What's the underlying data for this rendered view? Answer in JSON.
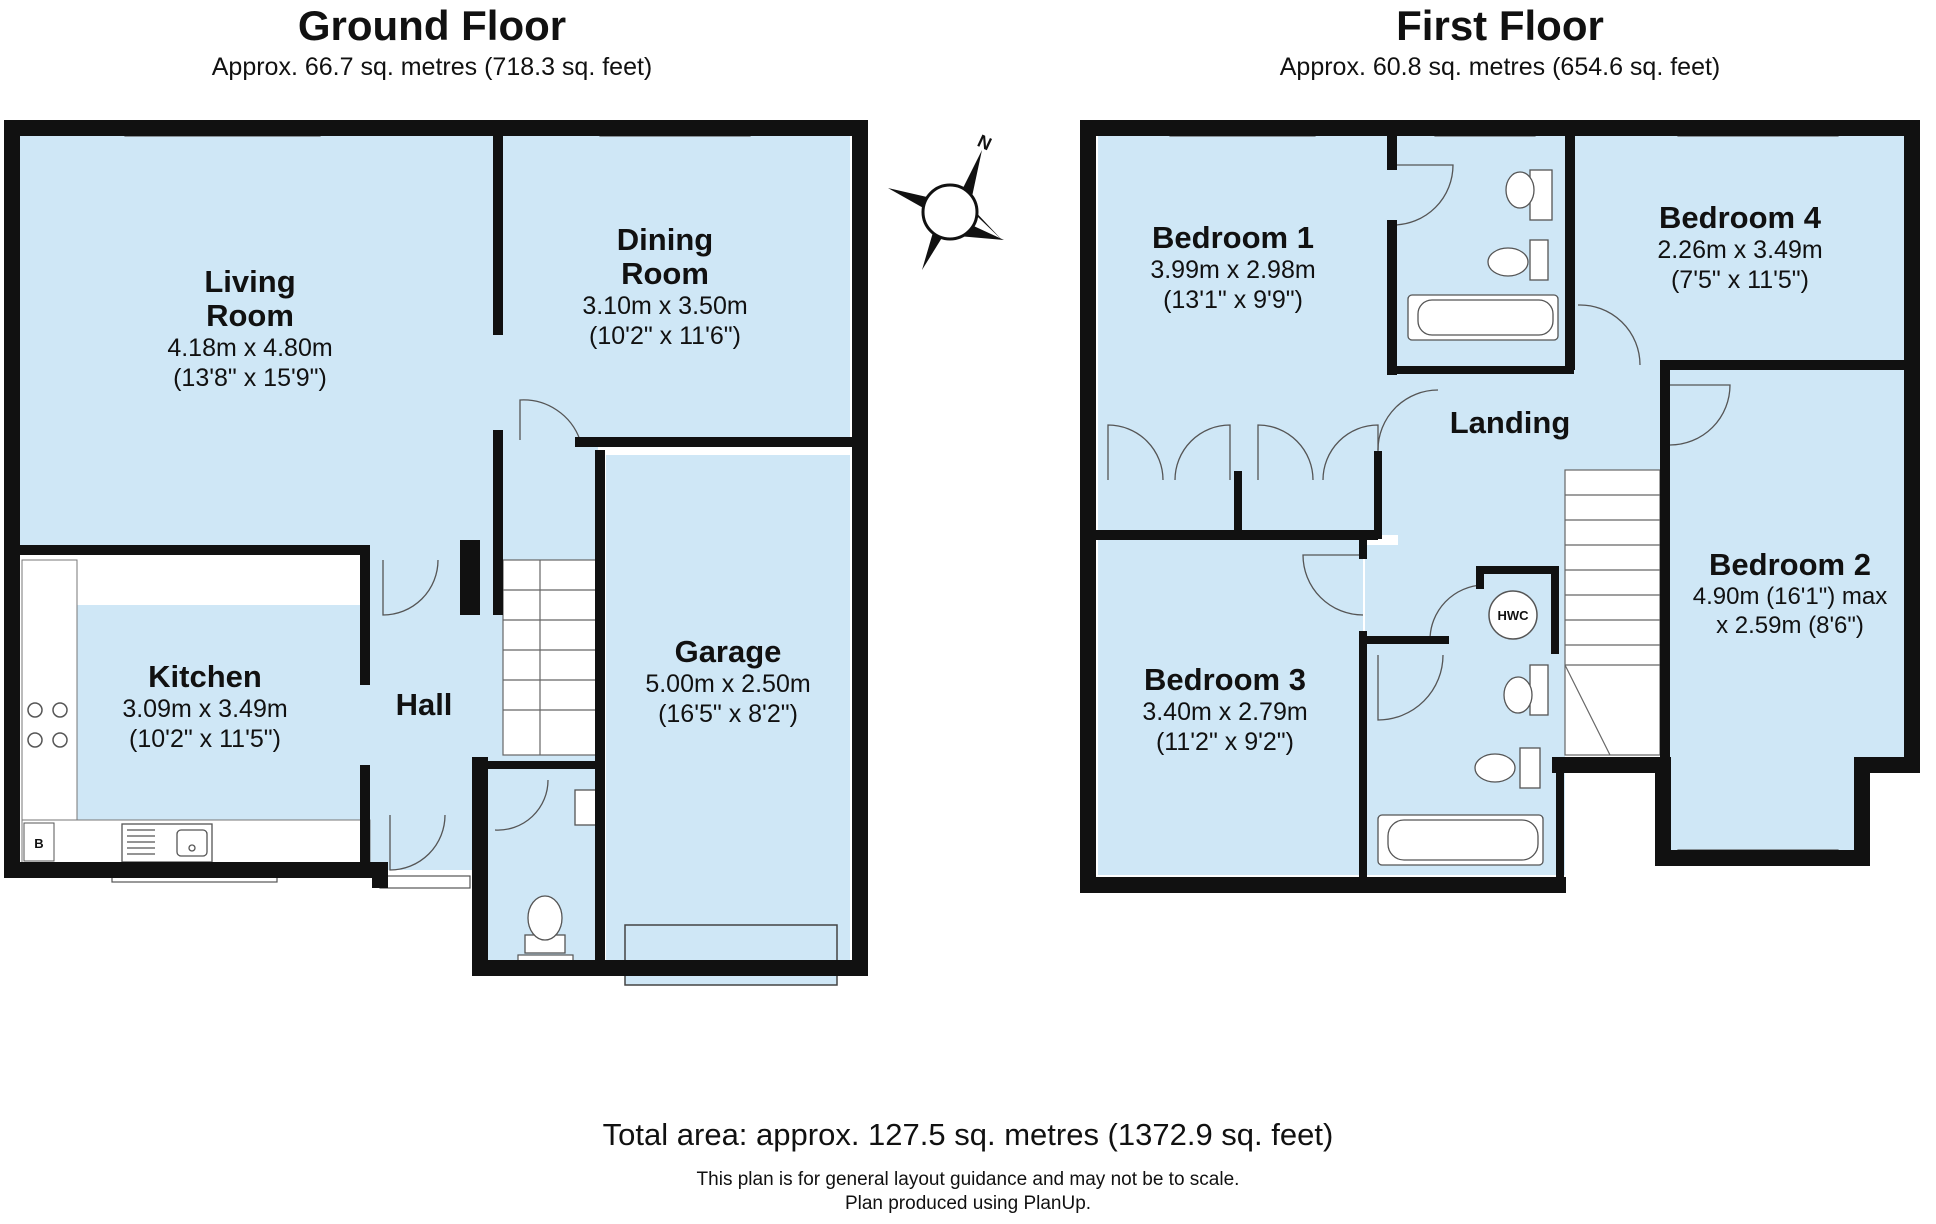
{
  "ground_floor": {
    "title": "Ground Floor",
    "area": "Approx. 66.7 sq. metres (718.3 sq. feet)",
    "rooms": {
      "living": {
        "name_line1": "Living",
        "name_line2": "Room",
        "dim_m": "4.18m x 4.80m",
        "dim_ft": "(13'8\" x 15'9\")"
      },
      "dining": {
        "name_line1": "Dining",
        "name_line2": "Room",
        "dim_m": "3.10m x 3.50m",
        "dim_ft": "(10'2\" x 11'6\")"
      },
      "kitchen": {
        "name": "Kitchen",
        "dim_m": "3.09m x 3.49m",
        "dim_ft": "(10'2\" x 11'5\")"
      },
      "hall": {
        "name": "Hall"
      },
      "garage": {
        "name": "Garage",
        "dim_m": "5.00m x 2.50m",
        "dim_ft": "(16'5\" x 8'2\")"
      }
    },
    "boiler_label": "B"
  },
  "first_floor": {
    "title": "First Floor",
    "area": "Approx. 60.8 sq. metres (654.6 sq. feet)",
    "rooms": {
      "bedroom1": {
        "name": "Bedroom 1",
        "dim_m": "3.99m x 2.98m",
        "dim_ft": "(13'1\" x 9'9\")"
      },
      "bedroom4": {
        "name": "Bedroom 4",
        "dim_m": "2.26m x 3.49m",
        "dim_ft": "(7'5\" x 11'5\")"
      },
      "landing": {
        "name": "Landing"
      },
      "bedroom2": {
        "name": "Bedroom 2",
        "dim_line1": "4.90m (16'1\") max",
        "dim_line2": "x 2.59m (8'6\")"
      },
      "bedroom3": {
        "name": "Bedroom 3",
        "dim_m": "3.40m x 2.79m",
        "dim_ft": "(11'2\" x 9'2\")"
      }
    },
    "hwc_label": "HWC"
  },
  "compass": {
    "north_label": "N"
  },
  "footer": {
    "total": "Total area: approx. 127.5 sq. metres (1372.9 sq. feet)",
    "disclaimer": "This plan is for general layout guidance and may not be to scale.",
    "credit": "Plan produced using PlanUp."
  },
  "colors": {
    "room_fill": "#cfe7f6",
    "wall": "#111111",
    "background": "#ffffff"
  }
}
